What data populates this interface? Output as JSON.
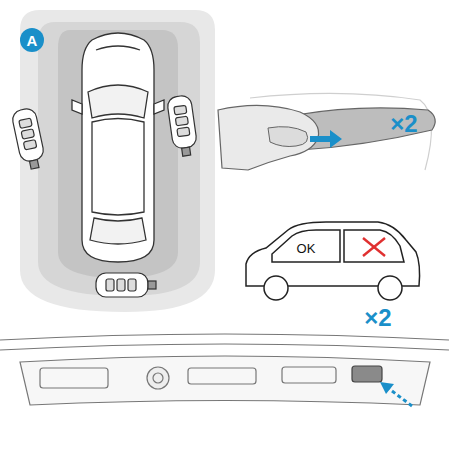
{
  "diagram": {
    "labels": [
      "A",
      "×2",
      "OK",
      "×2"
    ]
  }
}
